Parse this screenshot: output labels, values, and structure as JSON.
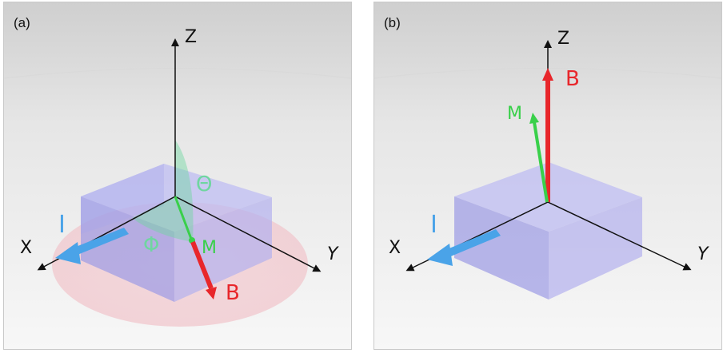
{
  "panels": [
    {
      "id": "a",
      "label": "(a)",
      "axes": {
        "x": "X",
        "y": "Y",
        "z": "Z"
      },
      "vectors": {
        "current": "I",
        "moment": "M",
        "field": "B"
      },
      "angles": {
        "polar": "Θ",
        "azimuthal": "Φ"
      }
    },
    {
      "id": "b",
      "label": "(b)",
      "axes": {
        "x": "X",
        "y": "Y",
        "z": "Z"
      },
      "vectors": {
        "current": "I",
        "moment": "M",
        "field": "B"
      }
    }
  ],
  "colors": {
    "field": "#e8262b",
    "moment": "#39d04a",
    "current": "#4aa3e8",
    "sample": "#a9a7ea",
    "angle_region": "#6fd6a0",
    "rotation_disk": "#f4c9cf",
    "axis": "#111111"
  }
}
